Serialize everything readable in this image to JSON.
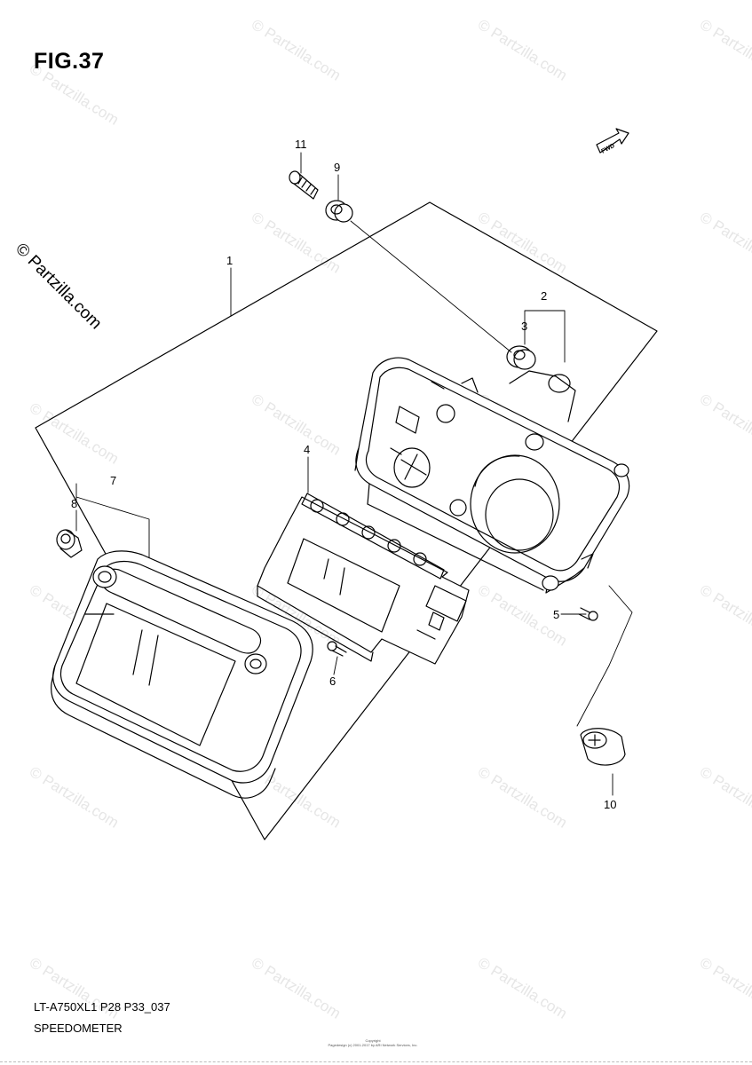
{
  "figure": {
    "title": "FIG.37",
    "model_code": "LT-A750XL1 P28 P33_037",
    "assembly_name": "SPEEDOMETER",
    "fwd_label": "FWD",
    "copyright_line1": "Copyright",
    "copyright_line2": "Pagedesign (c) 2001-2017 by ARI Network Services, Inc."
  },
  "watermark": {
    "brand": "© Partzilla.com",
    "text": "© Partzilla.com"
  },
  "callouts": {
    "c1": "1",
    "c2": "2",
    "c3": "3",
    "c4": "4",
    "c5": "5",
    "c6": "6",
    "c7": "7",
    "c8": "8",
    "c9": "9",
    "c10": "10",
    "c11": "11"
  }
}
